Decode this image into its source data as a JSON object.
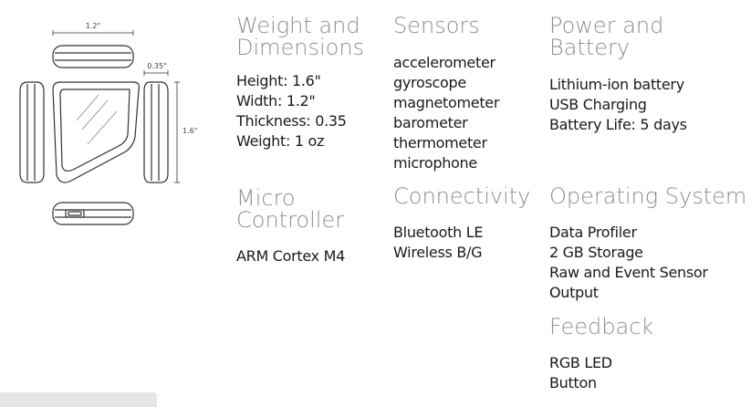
{
  "illustration": {
    "width_label": "1.2\"",
    "thickness_label": "0.35\"",
    "height_label": "1.6\""
  },
  "sections": {
    "weight": {
      "title_line1": "Weight and",
      "title_line2": "Dimensions",
      "items": [
        "Height: 1.6\"",
        "Width: 1.2\"",
        "Thickness: 0.35",
        "Weight: 1 oz"
      ]
    },
    "sensors": {
      "title": "Sensors",
      "items": [
        "accelerometer",
        "gyroscope",
        "magnetometer",
        "barometer",
        "thermometer",
        "microphone"
      ]
    },
    "power": {
      "title": "Power and Battery",
      "items": [
        "Lithium-ion battery",
        "USB Charging",
        "Battery Life: 5 days"
      ]
    },
    "micro": {
      "title_line1": "Micro",
      "title_line2": "Controller",
      "items": [
        "ARM Cortex M4"
      ]
    },
    "connectivity": {
      "title": "Connectivity",
      "items": [
        "Bluetooth LE",
        "Wireless B/G"
      ]
    },
    "os": {
      "title": "Operating System",
      "items": [
        "Data Profiler",
        "2 GB Storage",
        "Raw and Event Sensor",
        "Output"
      ]
    },
    "feedback": {
      "title": "Feedback",
      "items": [
        "RGB LED",
        "Button"
      ]
    }
  }
}
